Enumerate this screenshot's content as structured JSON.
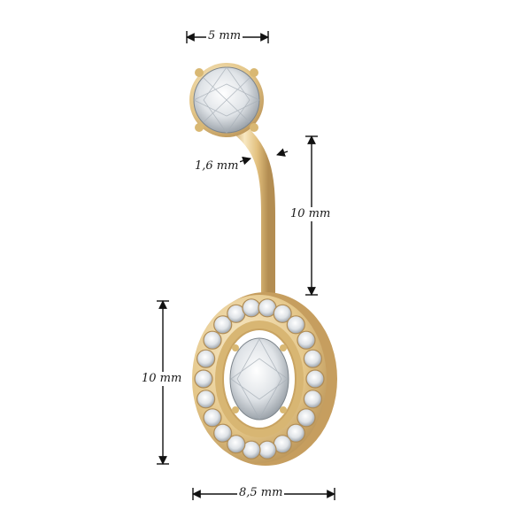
{
  "dimensions": {
    "top_gem_width": "5 mm",
    "bar_thickness": "1,6 mm",
    "bar_length": "10 mm",
    "bottom_height": "10 mm",
    "bottom_width": "8,5 mm"
  },
  "colors": {
    "gold": "#e8c987",
    "gold_dark": "#b8935a",
    "gold_light": "#f7e6bd",
    "gem": "#eef1f4",
    "gem_shadow": "#9aa3ab",
    "line": "#111111"
  }
}
